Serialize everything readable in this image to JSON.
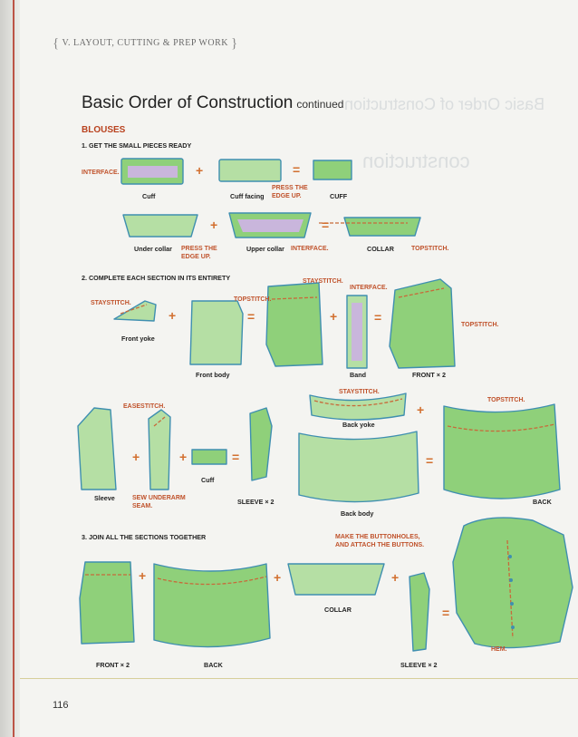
{
  "running_header": {
    "text": "V. LAYOUT, CUTTING & PREP WORK",
    "open_brace": "{",
    "close_brace": "}"
  },
  "title": {
    "main": "Basic Order of Construction",
    "sub": "continued"
  },
  "bleed_through": {
    "title": "Basic Order of Construction",
    "word": "construction"
  },
  "section": "BLOUSES",
  "steps": {
    "s1": "1. GET THE SMALL PIECES READY",
    "s2": "2. COMPLETE EACH SECTION IN ITS ENTIRETY",
    "s3": "3. JOIN ALL THE SECTIONS TOGETHER"
  },
  "labels": {
    "cuff": "Cuff",
    "cuff_facing": "Cuff facing",
    "cuff_result": "CUFF",
    "under_collar": "Under collar",
    "upper_collar": "Upper collar",
    "collar_result": "COLLAR",
    "front_yoke": "Front yoke",
    "front_body": "Front body",
    "band": "Band",
    "front_x2": "FRONT × 2",
    "sleeve": "Sleeve",
    "cuff2": "Cuff",
    "sleeve_x2": "SLEEVE × 2",
    "back_yoke": "Back yoke",
    "back_body": "Back body",
    "back": "BACK",
    "front_x2_b": "FRONT × 2",
    "back_b": "BACK",
    "collar_b": "COLLAR",
    "sleeve_x2_b": "SLEEVE × 2"
  },
  "notes": {
    "interface1": "INTERFACE.",
    "press1a": "PRESS THE",
    "press1b": "EDGE UP.",
    "press2a": "PRESS THE",
    "press2b": "EDGE UP.",
    "interface2": "INTERFACE.",
    "topstitch1": "TOPSTITCH.",
    "staystitch1": "STAYSTITCH.",
    "topstitch2": "TOPSTITCH.",
    "staystitch2": "STAYSTITCH.",
    "interface3": "INTERFACE.",
    "topstitch3": "TOPSTITCH.",
    "easestitch": "EASESTITCH.",
    "sew_a": "SEW UNDERARM",
    "sew_b": "SEAM.",
    "staystitch3": "STAYSTITCH.",
    "topstitch4": "TOPSTITCH.",
    "buttons_a": "MAKE THE BUTTONHOLES,",
    "buttons_b": "AND ATTACH THE BUTTONS.",
    "hem": "HEM."
  },
  "operators": {
    "plus": "+",
    "equals": "="
  },
  "page_number": "116",
  "colors": {
    "fabric": "#8fd07a",
    "fabric_light": "#b5dfa4",
    "interfacing": "#c9b6dc",
    "stitch": "#c86a3a",
    "outline": "#3f8fb0",
    "accent": "#b9421f"
  }
}
